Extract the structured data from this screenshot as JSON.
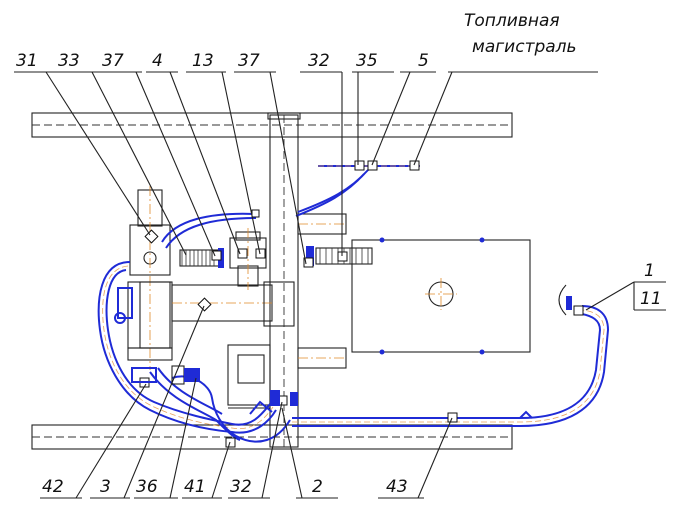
{
  "title": {
    "line1": "Топливная",
    "line2": "магистраль"
  },
  "callouts_top": [
    "31",
    "33",
    "37",
    "4",
    "13",
    "37",
    "32",
    "35",
    "5"
  ],
  "callouts_bottom": [
    "42",
    "3",
    "36",
    "41",
    "32",
    "2",
    "43"
  ],
  "callout_right": {
    "upper": "1",
    "lower": "11"
  },
  "colors": {
    "pipe": "#1f2bd6",
    "centerline": "#e08a2a",
    "line": "#222222"
  }
}
